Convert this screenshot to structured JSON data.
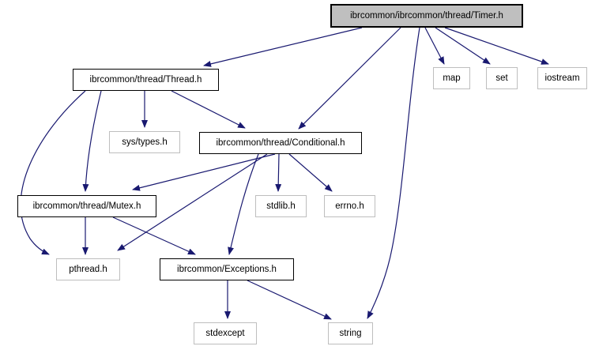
{
  "graph": {
    "kind": "include-dependency-graph",
    "colors": {
      "edge": "#191970",
      "current_node_fill": "#bfbfbf",
      "linked_node_border": "#000000",
      "system_node_border": "#bebebe",
      "background": "#ffffff",
      "text": "#000000"
    },
    "nodes": {
      "timer": {
        "label": "ibrcommon/ibrcommon/thread/Timer.h",
        "role": "current-file"
      },
      "thread": {
        "label": "ibrcommon/thread/Thread.h",
        "role": "linked-header"
      },
      "map": {
        "label": "map",
        "role": "system-header"
      },
      "set": {
        "label": "set",
        "role": "system-header"
      },
      "iostream": {
        "label": "iostream",
        "role": "system-header"
      },
      "sys_types": {
        "label": "sys/types.h",
        "role": "system-header"
      },
      "conditional": {
        "label": "ibrcommon/thread/Conditional.h",
        "role": "linked-header"
      },
      "mutex": {
        "label": "ibrcommon/thread/Mutex.h",
        "role": "linked-header"
      },
      "stdlib": {
        "label": "stdlib.h",
        "role": "system-header"
      },
      "errno": {
        "label": "errno.h",
        "role": "system-header"
      },
      "pthread": {
        "label": "pthread.h",
        "role": "system-header"
      },
      "exceptions": {
        "label": "ibrcommon/Exceptions.h",
        "role": "linked-header"
      },
      "stdexcept": {
        "label": "stdexcept",
        "role": "system-header"
      },
      "string": {
        "label": "string",
        "role": "system-header"
      }
    },
    "edges": [
      {
        "from": "timer",
        "to": "thread"
      },
      {
        "from": "timer",
        "to": "conditional"
      },
      {
        "from": "timer",
        "to": "map"
      },
      {
        "from": "timer",
        "to": "set"
      },
      {
        "from": "timer",
        "to": "iostream"
      },
      {
        "from": "timer",
        "to": "string"
      },
      {
        "from": "thread",
        "to": "sys_types"
      },
      {
        "from": "thread",
        "to": "conditional"
      },
      {
        "from": "thread",
        "to": "mutex"
      },
      {
        "from": "thread",
        "to": "pthread"
      },
      {
        "from": "conditional",
        "to": "mutex"
      },
      {
        "from": "conditional",
        "to": "pthread"
      },
      {
        "from": "conditional",
        "to": "exceptions"
      },
      {
        "from": "conditional",
        "to": "stdlib"
      },
      {
        "from": "conditional",
        "to": "errno"
      },
      {
        "from": "mutex",
        "to": "pthread"
      },
      {
        "from": "mutex",
        "to": "exceptions"
      },
      {
        "from": "exceptions",
        "to": "stdexcept"
      },
      {
        "from": "exceptions",
        "to": "string"
      }
    ]
  }
}
